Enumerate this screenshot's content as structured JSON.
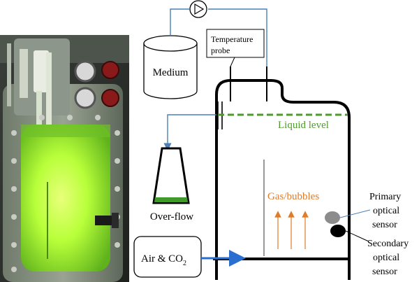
{
  "diagram": {
    "medium_label": "Medium",
    "temperature_probe_line1": "Temperature",
    "temperature_probe_line2": "probe",
    "liquid_level_label": "Liquid level",
    "gas_bubbles_label": "Gas/bubbles",
    "overflow_label": "Over-flow",
    "air_co2_label": "Air & CO",
    "air_co2_subscript": "2",
    "primary_sensor_line1": "Primary",
    "primary_sensor_line2": "optical",
    "primary_sensor_line3": "sensor",
    "secondary_sensor_line1": "Secondary",
    "secondary_sensor_line2": "optical",
    "secondary_sensor_line3": "sensor"
  },
  "colors": {
    "liquid_level": "#4f9a2f",
    "gas_bubbles": "#e07b2a",
    "feed_line": "#4a7fb5",
    "air_inlet": "#2a6fd0",
    "overflow_liquid": "#3f9a2a",
    "primary_sensor": "#8c8c8c",
    "secondary_sensor": "#000000",
    "algae_culture": "#b8ff3a"
  }
}
